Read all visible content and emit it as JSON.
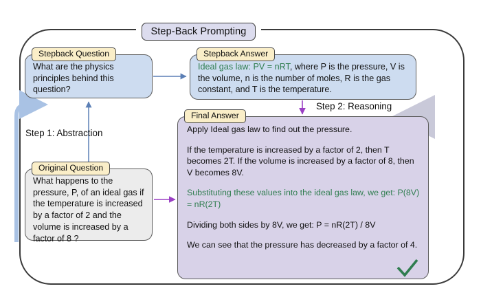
{
  "diagram": {
    "title": "Step-Back Prompting",
    "steps": [
      {
        "id": "step-1",
        "label": "Step 1: Abstraction"
      },
      {
        "id": "step-2",
        "label": "Step 2: Reasoning"
      }
    ],
    "nodes": {
      "stepback_question": {
        "tab": "Stepback Question",
        "text": "What are the physics principles behind this question?",
        "fill": "#cddcf0"
      },
      "stepback_answer": {
        "tab": "Stepback Answer",
        "text_green": "Ideal gas law: PV = nRT",
        "text_rest": ", where P is the pressure, V is the volume, n is the number of moles, R is the gas constant, and T is the temperature.",
        "fill": "#cddcf0"
      },
      "original_question": {
        "tab": "Original Question",
        "text": "What happens to the pressure, P, of an ideal gas if the temperature is increased by a factor of 2 and the volume is increased by a factor of 8 ?",
        "fill": "#ececec"
      },
      "final_answer": {
        "tab": "Final Answer",
        "fill": "#d8d2e8",
        "paragraphs": [
          {
            "text": "Apply Ideal gas law to find out the pressure.",
            "color": "dark"
          },
          {
            "text": "If the temperature is increased by a factor of 2, then T becomes 2T. If the volume is increased by a factor of 8, then V becomes 8V.",
            "color": "dark"
          },
          {
            "text": "Substituting these values into the ideal gas law, we get: P(8V) = nR(2T)",
            "color": "green"
          },
          {
            "text": "Dividing both sides by 8V, we get: P = nR(2T) / 8V",
            "color": "dark"
          },
          {
            "text": "We can see that the pressure has decreased by a factor of 4.",
            "color": "dark"
          }
        ],
        "status_icon": "check-icon"
      }
    },
    "colors": {
      "blue_arrow": "#8aa9d6",
      "blue_arrow_dark": "#5b7fb5",
      "purple_arrow": "#9a3fc4",
      "grey_arrow": "#c9c9d9",
      "green_text": "#2f7d4f",
      "check_green": "#2f7d4f",
      "frame_border": "#3a3a3a",
      "title_fill": "#dcdcee",
      "tab_fill": "#faeec8"
    }
  }
}
